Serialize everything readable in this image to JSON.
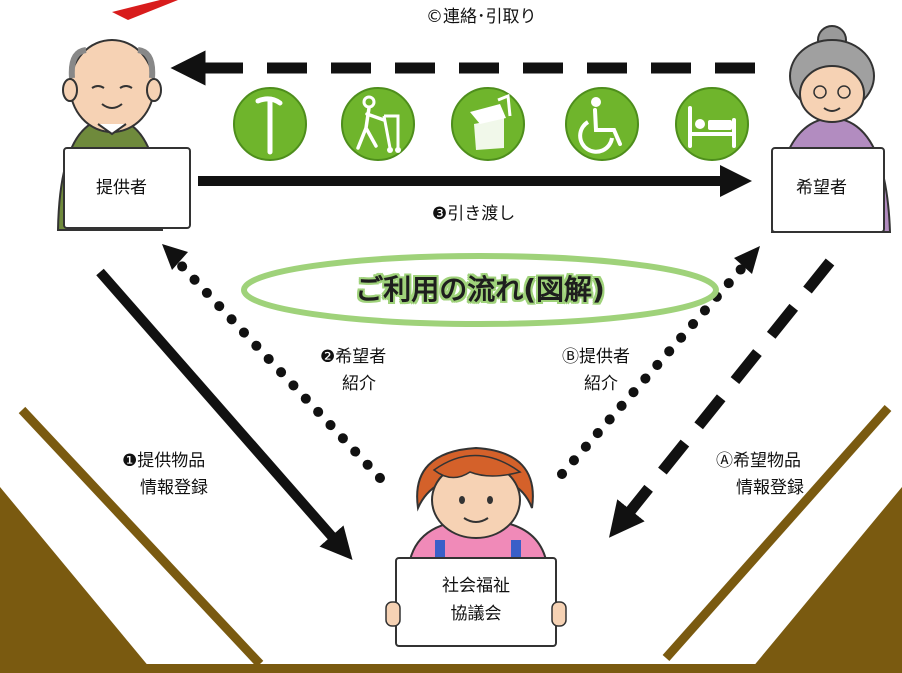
{
  "top_label": "©連絡･引取り",
  "middle_label": "❸引き渡し",
  "title": "ご利用の流れ(図解)",
  "provider": {
    "sign": "提供者"
  },
  "requester": {
    "sign": "希望者"
  },
  "council": {
    "sign_line1": "社会福祉",
    "sign_line2": "協議会"
  },
  "step1": {
    "line1": "❶提供物品",
    "line2": "情報登録"
  },
  "step2": {
    "line1": "❷希望者",
    "line2": "紹介"
  },
  "stepA": {
    "line1": "Ⓐ希望物品",
    "line2": "情報登録"
  },
  "stepB": {
    "line1": "Ⓑ提供者",
    "line2": "紹介"
  },
  "icons": [
    "cane-icon",
    "walker-icon",
    "portable-toilet-icon",
    "wheelchair-icon",
    "care-bed-icon"
  ],
  "colors": {
    "icon_green": "#6fb52c",
    "ellipse_green": "#9fd27a",
    "ground_brown": "#7a5a10",
    "arrow_red": "#d81c1c"
  }
}
